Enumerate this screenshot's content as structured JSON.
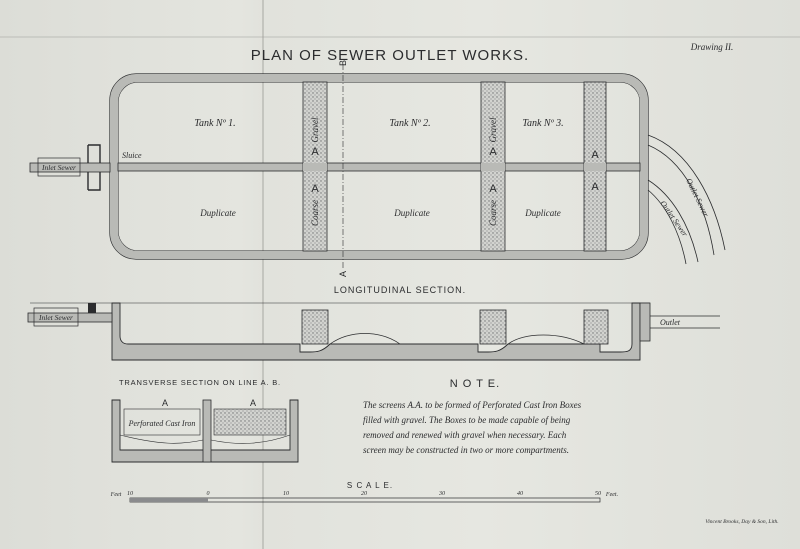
{
  "title": "PLAN OF SEWER OUTLET WORKS.",
  "drawing_no": "Drawing II.",
  "plan": {
    "tank1": "Tank Nº 1.",
    "tank2": "Tank Nº 2.",
    "tank3": "Tank Nº 3.",
    "duplicate": "Duplicate",
    "sluice": "Sluice",
    "inlet_sewer": "Inlet Sewer",
    "outlet_sewer": "Outlet Sewer",
    "gravel": "Gravel",
    "coarse": "Coarse",
    "screen_mark": "A",
    "section_mark": "B"
  },
  "longitudinal": {
    "heading": "LONGITUDINAL SECTION.",
    "inlet_sewer": "Inlet Sewer",
    "outlet": "Outlet"
  },
  "transverse": {
    "heading": "TRANSVERSE SECTION ON LINE A. B.",
    "label": "Perforated Cast Iron",
    "mark": "A"
  },
  "note": {
    "heading": "N O T E.",
    "lines": [
      "The screens A.A. to be formed of Perforated Cast Iron Boxes",
      "filled with gravel. The Boxes to be made capable of being",
      "removed and renewed with gravel when necessary. Each",
      "screen may be constructed in two or more compartments."
    ]
  },
  "scale": {
    "heading": "S C A L E.",
    "left_unit": "Feet",
    "right_unit": "Feet.",
    "ticks": [
      "10",
      "0",
      "10",
      "20",
      "30",
      "40",
      "50"
    ]
  },
  "imprint": "Vincent Brooks, Day & Son, Lith.",
  "colors": {
    "ink": "#2b2c2e",
    "wall_fill": "#b9bab6",
    "gravel_fill": "#c9cac6",
    "paper": "#e2e3dd"
  }
}
